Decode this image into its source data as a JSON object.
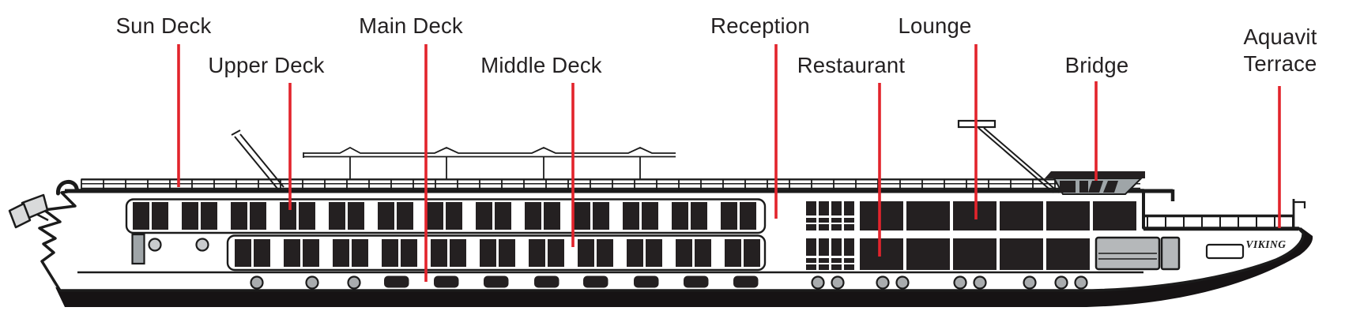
{
  "diagram": {
    "type": "ship-deck-plan-side-profile",
    "ship_name": "VIKING"
  },
  "labels": [
    {
      "id": "sun-deck",
      "text": "Sun Deck"
    },
    {
      "id": "upper-deck",
      "text": "Upper Deck"
    },
    {
      "id": "main-deck",
      "text": "Main Deck"
    },
    {
      "id": "middle-deck",
      "text": "Middle Deck"
    },
    {
      "id": "reception",
      "text": "Reception"
    },
    {
      "id": "restaurant",
      "text": "Restaurant"
    },
    {
      "id": "lounge",
      "text": "Lounge"
    },
    {
      "id": "bridge",
      "text": "Bridge"
    },
    {
      "id": "aquavit-terrace",
      "text": "Aquavit Terrace"
    }
  ],
  "colors": {
    "leader_line": "#e2242c",
    "outline": "#1b1b1b",
    "window_dark": "#242021",
    "hull_black": "#161314",
    "label_text": "#242122",
    "grey_flag": "#d9dadb",
    "grey_mid": "#9fa5a8",
    "grey_lifeboat": "#b5b8ba",
    "grey_porthole_hull": "#a9acae",
    "grey_porthole_cabin": "#c9cbcd"
  }
}
